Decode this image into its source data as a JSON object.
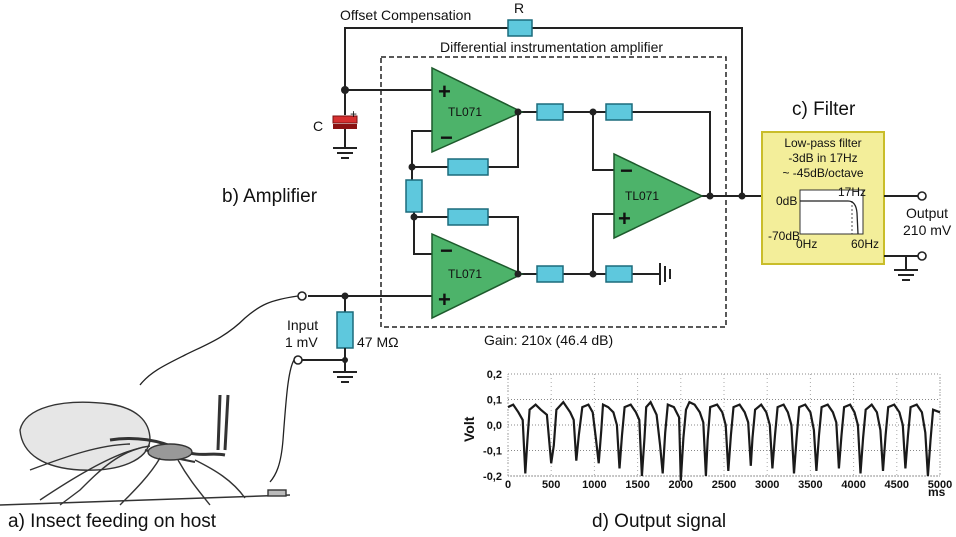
{
  "labels": {
    "offset_compensation": "Offset Compensation",
    "resistor_r": "R",
    "capacitor_c": "C",
    "diff_amp_title": "Differential instrumentation amplifier",
    "amplifier_caption": "b) Amplifier",
    "filter_caption": "c) Filter",
    "insect_caption": "a) Insect feeding on host",
    "output_signal_caption": "d) Output signal",
    "gain": "Gain: 210x (46.4 dB)",
    "input_line1": "Input",
    "input_line2": "1 mV",
    "input_resistor": "47 MΩ",
    "output_line1": "Output",
    "output_line2": "210 mV",
    "opamp_1": "TL071",
    "opamp_2": "TL071",
    "opamp_3": "TL071"
  },
  "filter": {
    "line1": "Low-pass filter",
    "line2": "-3dB in 17Hz",
    "line3": "~ -45dB/octave",
    "top_db": "0dB",
    "bottom_db": "-70dB",
    "low_hz": "0Hz",
    "high_hz": "60Hz",
    "cutoff": "17Hz",
    "fill_color": "#f3ee9a",
    "border_color": "#c9bd2a"
  },
  "colors": {
    "resistor": "#5ec8dd",
    "opamp": "#4db36a",
    "capacitor": "#d63030"
  },
  "chart_data": {
    "type": "line",
    "ylabel": "Volt",
    "xlabel": "ms",
    "xlim": [
      0,
      5000
    ],
    "ylim": [
      -0.2,
      0.2
    ],
    "yticks": [
      "0,2",
      "0,1",
      "0,0",
      "-0,1",
      "-0,2"
    ],
    "xticks": [
      "0",
      "500",
      "1000",
      "1500",
      "2000",
      "2500",
      "3000",
      "3500",
      "4000",
      "4500",
      "5000"
    ],
    "ytick_values": [
      0.2,
      0.1,
      0.0,
      -0.1,
      -0.2
    ],
    "xtick_values": [
      0,
      500,
      1000,
      1500,
      2000,
      2500,
      3000,
      3500,
      4000,
      4500,
      5000
    ],
    "grid": "dotted",
    "series": [
      {
        "x": [
          0,
          60,
          120,
          170,
          200,
          225,
          250,
          320,
          380,
          450,
          500,
          530,
          560,
          640,
          720,
          760,
          790,
          820,
          860,
          930,
          980,
          1020,
          1050,
          1080,
          1100,
          1160,
          1220,
          1260,
          1290,
          1320,
          1350,
          1420,
          1480,
          1520,
          1550,
          1580,
          1600,
          1650,
          1720,
          1760,
          1790,
          1820,
          1850,
          1920,
          1980,
          2000,
          2030,
          2060,
          2100,
          2160,
          2220,
          2260,
          2290,
          2310,
          2340,
          2420,
          2480,
          2520,
          2550,
          2580,
          2610,
          2680,
          2740,
          2780,
          2810,
          2830,
          2860,
          2930,
          2990,
          3030,
          3060,
          3090,
          3120,
          3190,
          3240,
          3280,
          3310,
          3340,
          3370,
          3440,
          3500,
          3540,
          3570,
          3600,
          3630,
          3700,
          3760,
          3800,
          3830,
          3860,
          3890,
          3960,
          4010,
          4050,
          4080,
          4110,
          4140,
          4210,
          4270,
          4310,
          4340,
          4370,
          4400,
          4470,
          4530,
          4570,
          4600,
          4630,
          4660,
          4730,
          4790,
          4830,
          4860,
          4890,
          4920,
          5000
        ],
        "y": [
          0.07,
          0.08,
          0.05,
          0.02,
          -0.19,
          -0.06,
          0.06,
          0.08,
          0.06,
          0.04,
          -0.15,
          -0.08,
          0.06,
          0.09,
          0.05,
          0.02,
          -0.14,
          -0.04,
          0.07,
          0.08,
          0.05,
          -0.06,
          -0.15,
          -0.02,
          0.08,
          0.07,
          0.05,
          0.0,
          -0.17,
          -0.04,
          0.07,
          0.08,
          0.05,
          0.02,
          -0.2,
          -0.05,
          0.07,
          0.09,
          0.04,
          -0.08,
          -0.19,
          -0.03,
          0.08,
          0.07,
          0.03,
          -0.22,
          -0.05,
          0.06,
          0.09,
          0.08,
          0.05,
          0.01,
          -0.2,
          -0.06,
          0.07,
          0.08,
          0.05,
          0.0,
          -0.18,
          -0.04,
          0.07,
          0.08,
          0.05,
          0.01,
          -0.16,
          -0.05,
          0.06,
          0.08,
          0.05,
          0.0,
          -0.17,
          -0.04,
          0.07,
          0.08,
          0.05,
          0.0,
          -0.19,
          -0.05,
          0.07,
          0.08,
          0.05,
          -0.02,
          -0.18,
          -0.04,
          0.07,
          0.08,
          0.05,
          0.01,
          -0.17,
          -0.04,
          0.07,
          0.08,
          0.05,
          0.0,
          -0.19,
          -0.05,
          0.06,
          0.08,
          0.05,
          -0.02,
          -0.18,
          -0.04,
          0.07,
          0.08,
          0.05,
          0.0,
          -0.17,
          -0.04,
          0.07,
          0.08,
          0.05,
          -0.03,
          -0.2,
          -0.06,
          0.06,
          0.05
        ]
      }
    ]
  }
}
